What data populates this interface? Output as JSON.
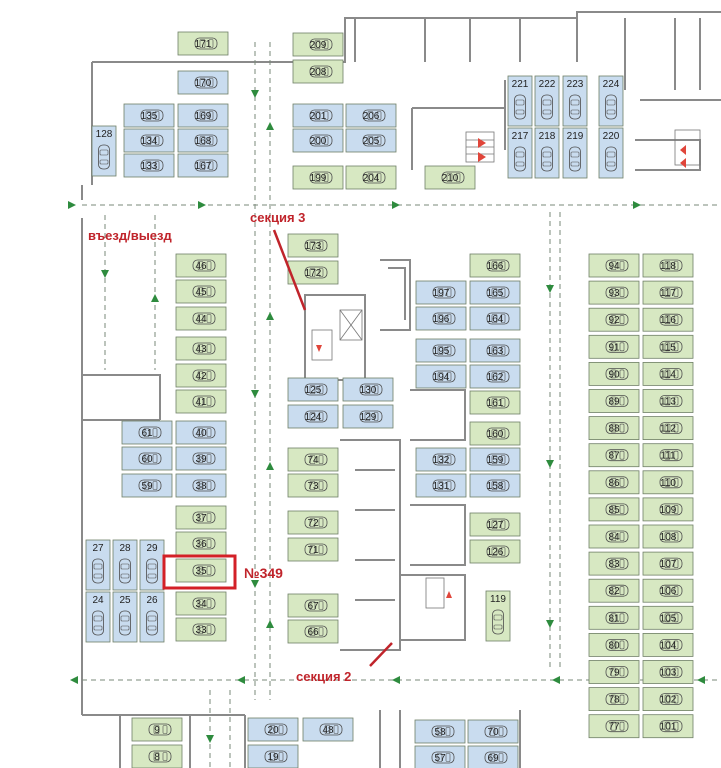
{
  "colors": {
    "green_spot": "#d7e8c2",
    "blue_spot": "#c9dcef",
    "spot_border": "#6f7f66",
    "wall": "#8a8a8a",
    "arrow": "#2e8b3e",
    "highlight": "#d32027",
    "label_red": "#c0242b"
  },
  "labels": {
    "section3": "секция 3",
    "section2": "секция 2",
    "entry_exit": "въезд/выезд",
    "highlight_number": "№349"
  },
  "highlighted_spot": "35",
  "icons": [
    "car-icon",
    "direction-arrow-icon",
    "elevator-icon",
    "staircase-icon"
  ],
  "spots_green": [
    "171",
    "209",
    "208",
    "199",
    "204",
    "210",
    "46",
    "45",
    "44",
    "43",
    "42",
    "41",
    "173",
    "172",
    "166",
    "161",
    "160",
    "127",
    "126",
    "119",
    "74",
    "73",
    "72",
    "71",
    "67",
    "66",
    "37",
    "36",
    "35",
    "34",
    "33",
    "9",
    "8",
    "94",
    "93",
    "92",
    "91",
    "90",
    "89",
    "88",
    "87",
    "86",
    "85",
    "84",
    "83",
    "82",
    "81",
    "80",
    "79",
    "78",
    "77",
    "118",
    "117",
    "116",
    "115",
    "114",
    "113",
    "112",
    "111",
    "110",
    "109",
    "108",
    "107",
    "106",
    "105",
    "104",
    "103",
    "102",
    "101"
  ],
  "spots_blue": [
    "170",
    "135",
    "134",
    "133",
    "169",
    "168",
    "167",
    "128",
    "201",
    "200",
    "206",
    "205",
    "221",
    "222",
    "223",
    "224",
    "217",
    "218",
    "219",
    "220",
    "197",
    "196",
    "195",
    "194",
    "165",
    "164",
    "163",
    "162",
    "125",
    "124",
    "130",
    "129",
    "132",
    "131",
    "159",
    "158",
    "61",
    "60",
    "59",
    "40",
    "39",
    "38",
    "27",
    "28",
    "29",
    "24",
    "25",
    "26",
    "20",
    "19",
    "48",
    "58",
    "57",
    "70",
    "69"
  ]
}
